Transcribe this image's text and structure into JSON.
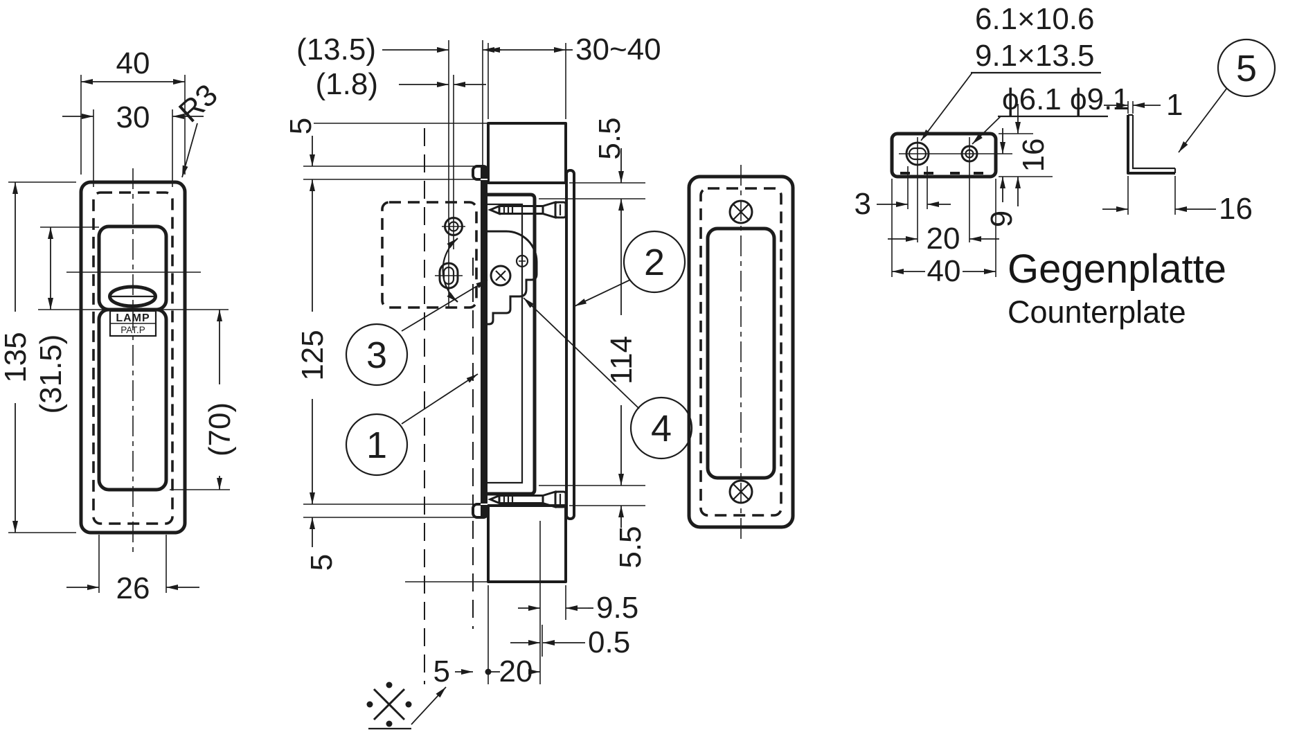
{
  "views": {
    "front": {
      "dim_width": "40",
      "dim_width_inner": "30",
      "dim_radius": "R3",
      "dim_height": "135",
      "dim_cup": "(31.5)",
      "dim_recess": "(70)",
      "dim_bottom": "26",
      "logo": "LAMP",
      "patent": "PAT.P"
    },
    "section": {
      "dim_offset": "(13.5)",
      "dim_gap": "(1.8)",
      "dim_door_thickness": "30~40",
      "dim_top_tab": "5",
      "dim_body": "125",
      "dim_bottom_tab": "5",
      "dim_top_inset": "5.5",
      "dim_window": "114",
      "dim_bottom_inset": "5.5",
      "dim_depth": "9.5",
      "dim_clearance": "0.5",
      "dim_span": "20",
      "dim_edge": "5",
      "note_mark": "※"
    },
    "counterplate": {
      "slot_small": "6.1×10.6",
      "slot_large": "9.1×13.5",
      "holes": "ϕ6.1 ϕ9.1",
      "dim_height": "16",
      "dim_hole_to_edge": "9",
      "dim_slot_edge": "3",
      "dim_pitch": "20",
      "dim_width": "40",
      "dim_thickness": "1",
      "dim_leg": "16",
      "title_de": "Gegenplatte",
      "title_en": "Counterplate"
    }
  },
  "callouts": {
    "c1": "1",
    "c2": "2",
    "c3": "3",
    "c4": "4",
    "c5": "5"
  },
  "colors": {
    "wood": "#f0d8a8",
    "metal": "#c9c9c9",
    "line": "#1c1c1c"
  }
}
